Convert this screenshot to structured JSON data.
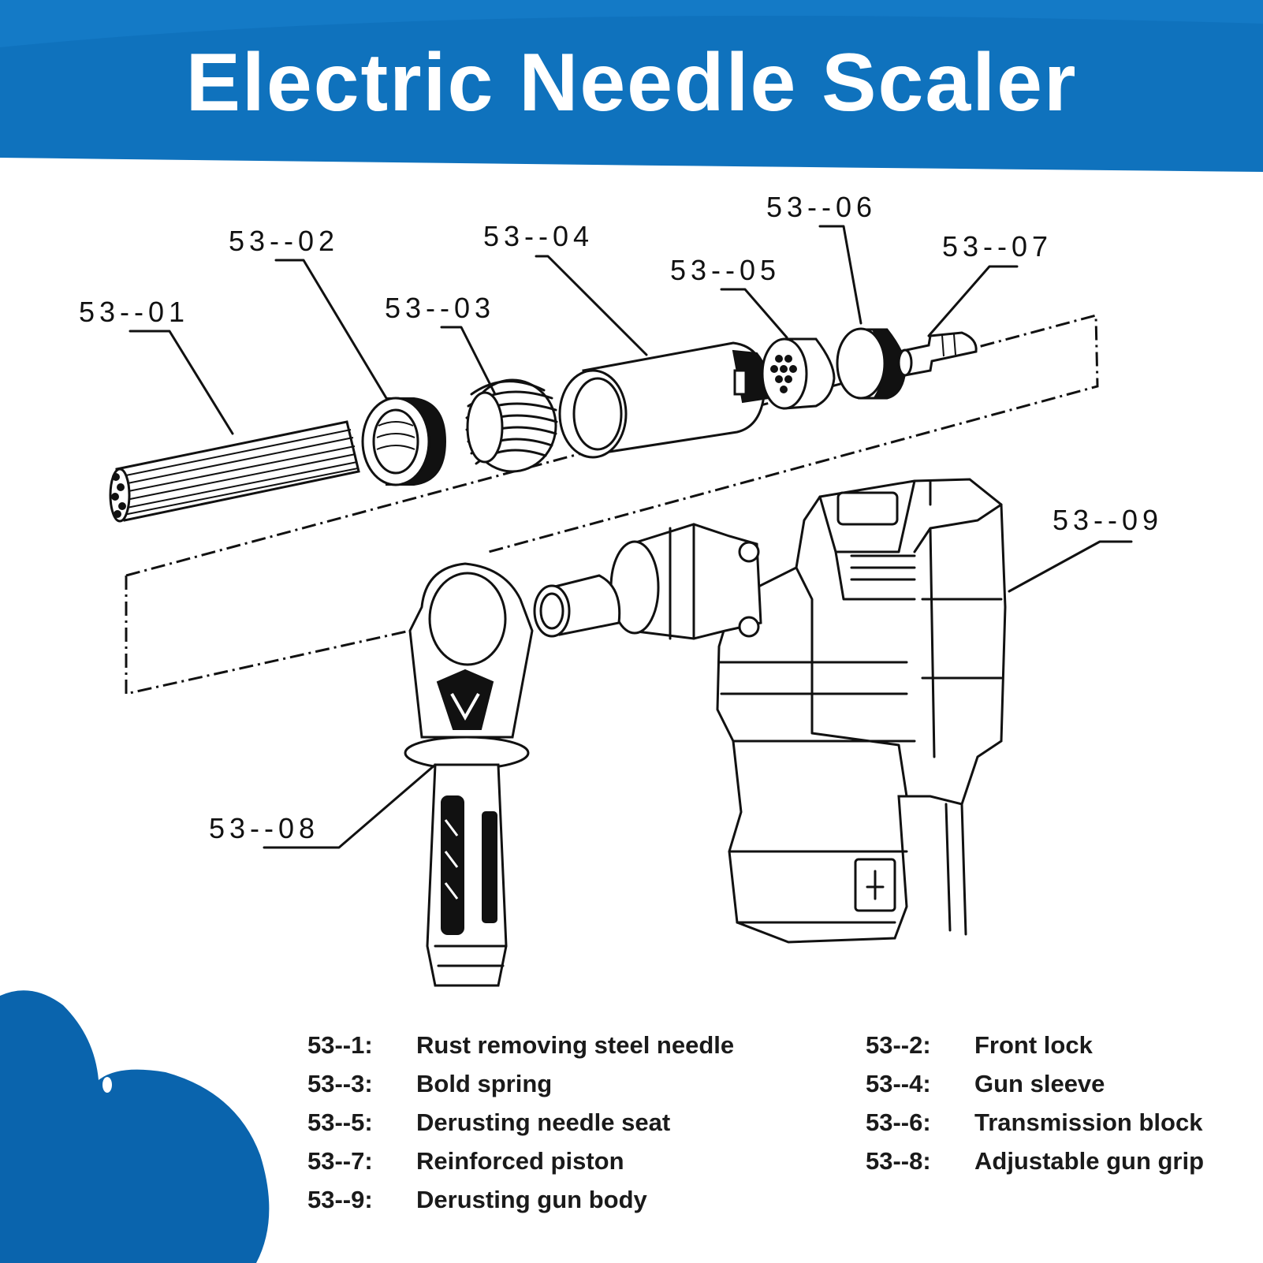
{
  "header": {
    "title": "Electric Needle Scaler",
    "colors": {
      "banner": "#0f72bd",
      "accent": "#0a64ad"
    }
  },
  "diagram": {
    "callouts": {
      "p01": "53--01",
      "p02": "53--02",
      "p03": "53--03",
      "p04": "53--04",
      "p05": "53--05",
      "p06": "53--06",
      "p07": "53--07",
      "p08": "53--08",
      "p09": "53--09"
    }
  },
  "legend": {
    "items": [
      {
        "code": "53--1:",
        "label": "Rust removing steel needle"
      },
      {
        "code": "53--2:",
        "label": "Front lock"
      },
      {
        "code": "53--3:",
        "label": "Bold spring"
      },
      {
        "code": "53--4:",
        "label": "Gun sleeve"
      },
      {
        "code": "53--5:",
        "label": "Derusting needle seat"
      },
      {
        "code": "53--6:",
        "label": "Transmission block"
      },
      {
        "code": "53--7:",
        "label": "Reinforced piston"
      },
      {
        "code": "53--8:",
        "label": "Adjustable gun grip"
      },
      {
        "code": "53--9:",
        "label": "Derusting gun body"
      }
    ]
  }
}
